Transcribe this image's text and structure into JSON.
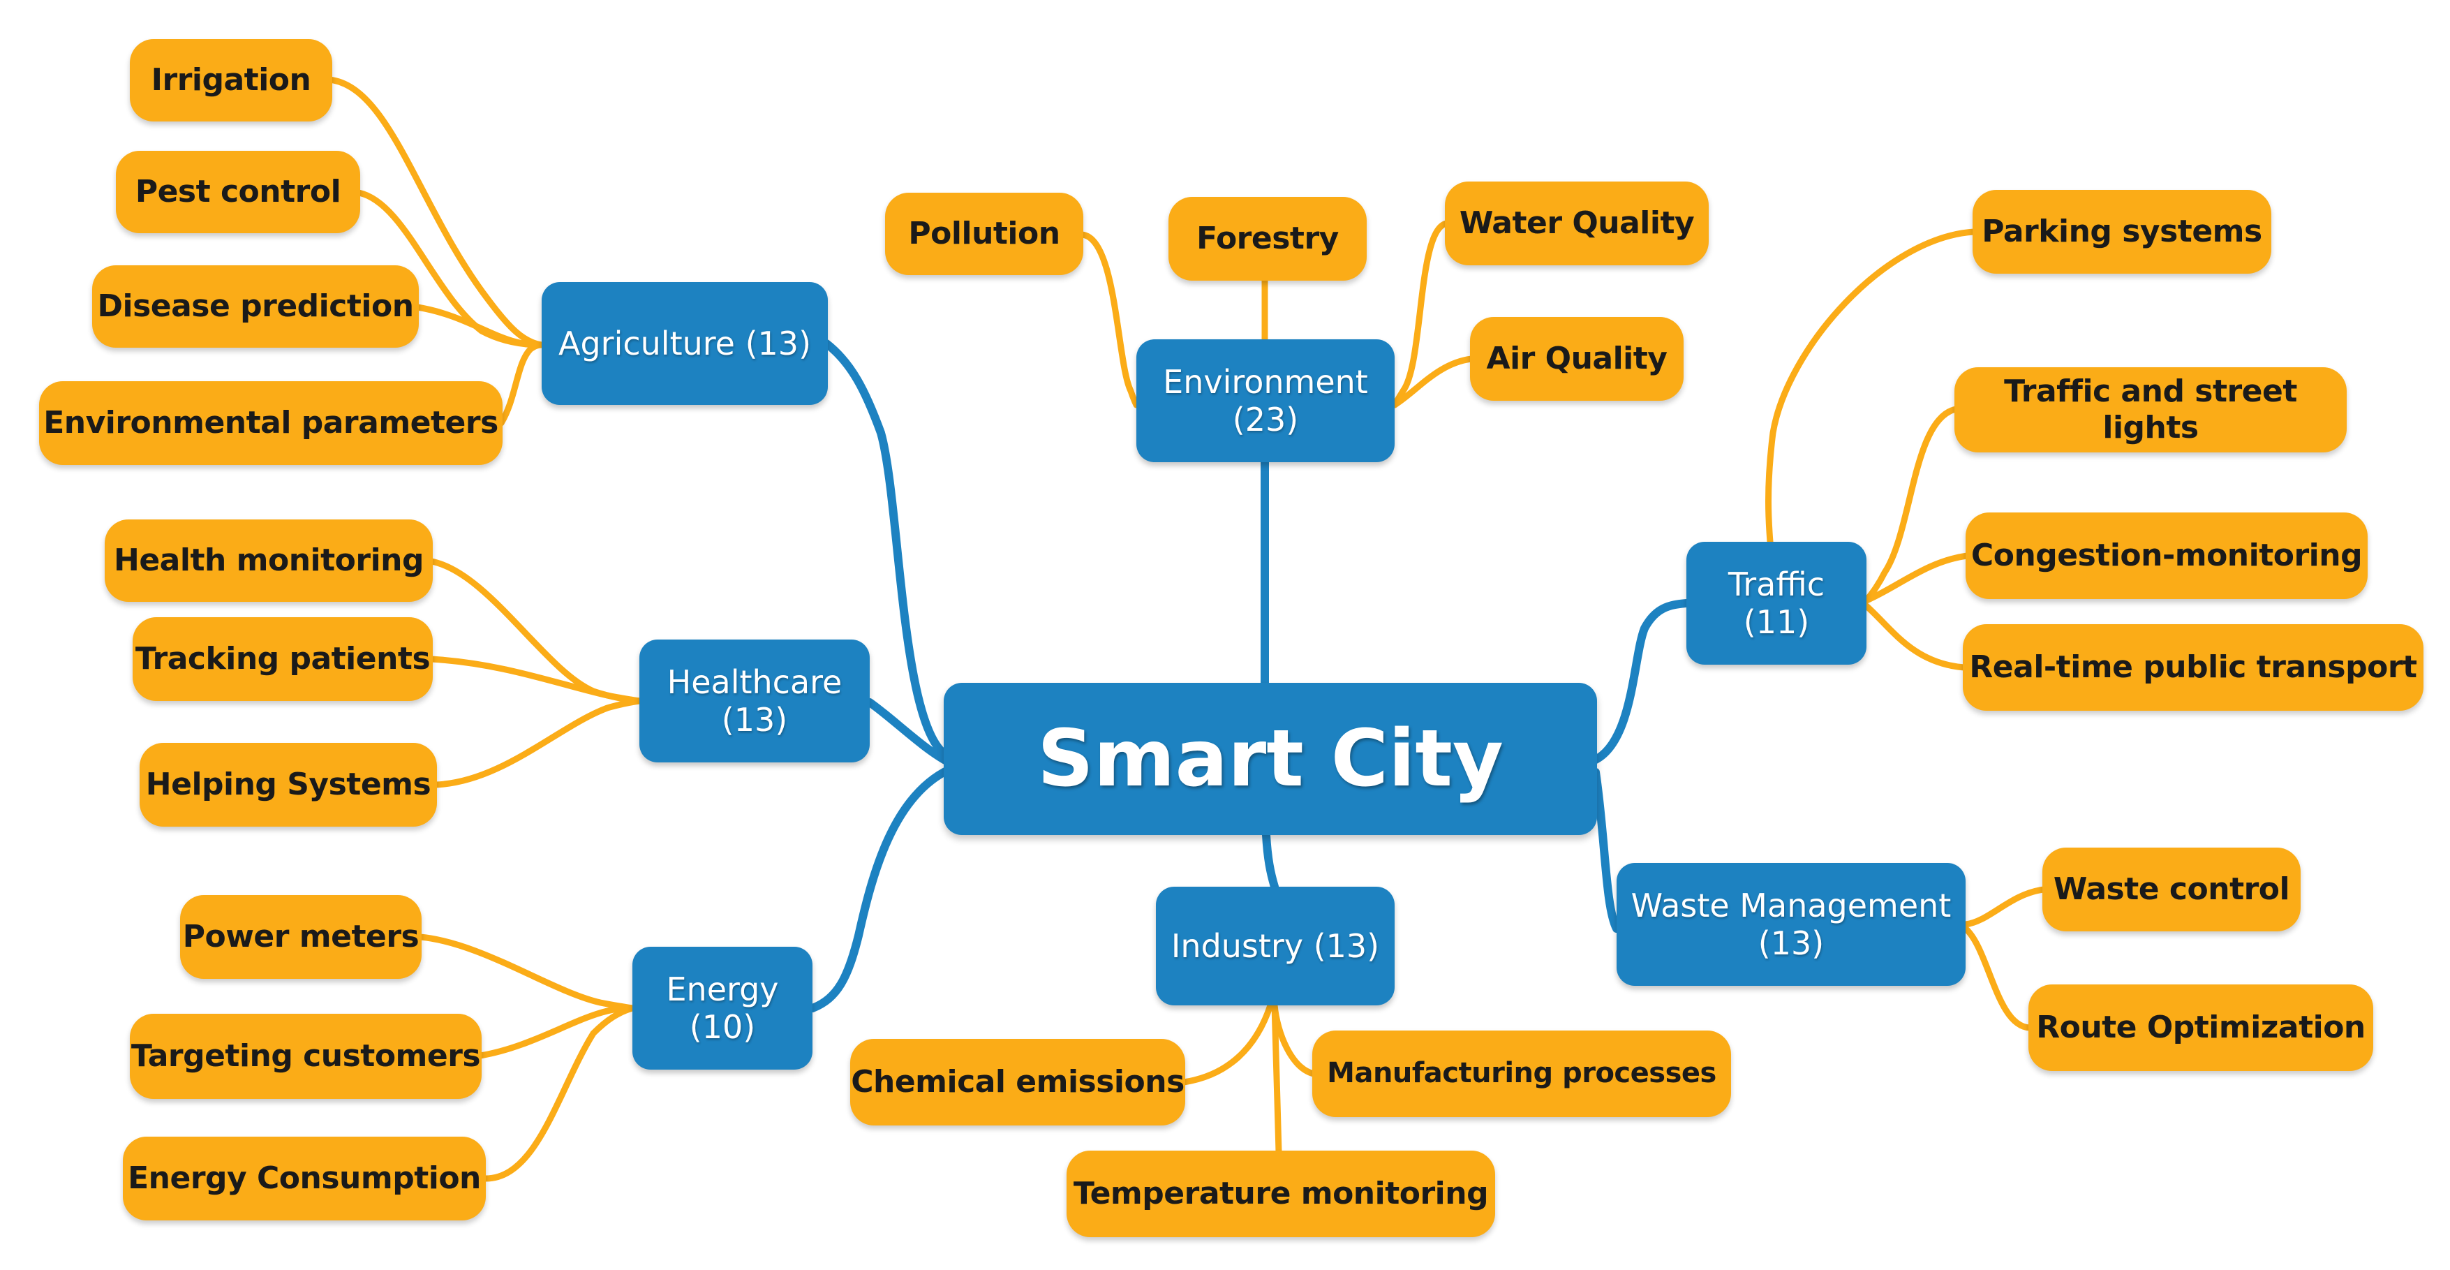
{
  "colors": {
    "central": "#1d82c1",
    "branch": "#1d82c1",
    "leaf": "#fbac17",
    "branch_link": "#1d82c1",
    "leaf_link": "#fbac17"
  },
  "central": {
    "label": "Smart City"
  },
  "branches": {
    "agriculture": {
      "label": "Agriculture (13)",
      "items": [
        "Irrigation",
        "Pest   control",
        "Disease prediction",
        "Environmental parameters"
      ]
    },
    "healthcare": {
      "label": "Healthcare\n(13)",
      "items": [
        "Health monitoring",
        "Tracking patients",
        "Helping Systems"
      ]
    },
    "energy": {
      "label": "Energy\n(10)",
      "items": [
        "Power meters",
        "Targeting customers",
        "Energy Consumption"
      ]
    },
    "environment": {
      "label": "Environment\n(23)",
      "items": [
        "Pollution",
        "Forestry",
        "Water Quality",
        "Air Quality"
      ]
    },
    "industry": {
      "label": "Industry (13)",
      "items": [
        "Chemical emissions",
        "Manufacturing processes",
        "Temperature monitoring"
      ]
    },
    "traffic": {
      "label": "Traffic\n(11)",
      "items": [
        "Parking systems",
        "Traffic and street lights",
        "Congestion-monitoring",
        "Real-time public transport"
      ]
    },
    "waste": {
      "label": "Waste Management\n(13)",
      "items": [
        "Waste control",
        "Route Optimization"
      ]
    }
  }
}
